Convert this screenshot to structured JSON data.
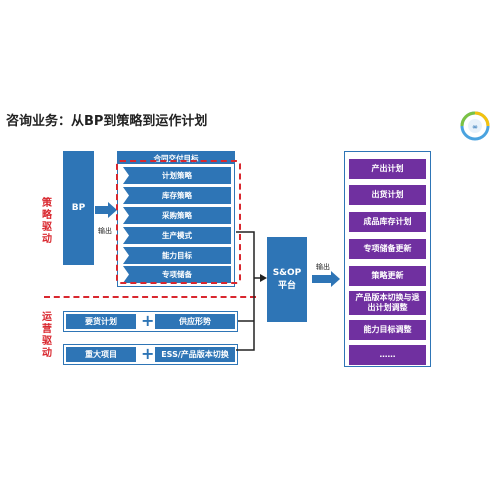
{
  "title": "咨询业务：从BP到策略到运作计划",
  "side_labels": {
    "strategy": "策略驱动",
    "operations": "运营驱动"
  },
  "bp": {
    "label": "BP"
  },
  "output_label_1": "输出",
  "output_label_2": "输出",
  "strategy": {
    "top": "合同交付目标",
    "items": [
      "计划策略",
      "库存策略",
      "采购策略",
      "生产模式",
      "能力目标",
      "专项储备"
    ]
  },
  "operations": [
    {
      "left": "要货计划",
      "right": "供应形势"
    },
    {
      "left": "重大项目",
      "right": "ESS/产品版本切换"
    }
  ],
  "plus_symbol": "+",
  "sop": {
    "line1": "S&OP",
    "line2": "平台"
  },
  "outputs": [
    "产出计划",
    "出货计划",
    "成品库存计划",
    "专项储备更新",
    "策略更新",
    "产品版本切换与退出计划调整",
    "能力目标调整",
    "……"
  ],
  "colors": {
    "blue": "#2e75b6",
    "purple": "#7030a0",
    "red": "#d9272e"
  },
  "icons": {
    "logo": "circular-logo-icon",
    "arrow": "arrow-right-icon"
  }
}
